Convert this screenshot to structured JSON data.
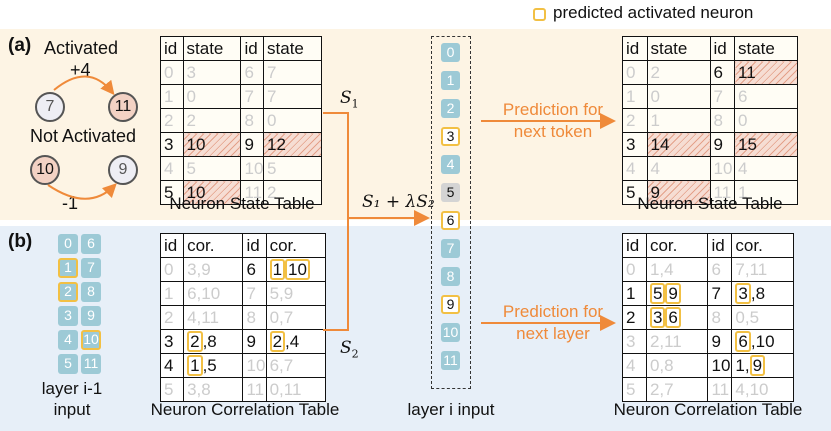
{
  "legend": {
    "label": "predicted activated neuron"
  },
  "panel_a": {
    "label": "(a)",
    "activated_label": "Activated",
    "activated_delta": "+4",
    "not_activated_label": "Not Activated",
    "not_activated_delta": "-1",
    "example_nodes": [
      "7",
      "11",
      "10",
      "9"
    ],
    "state_table": {
      "headers": [
        "id",
        "state",
        "id",
        "state"
      ],
      "rows": [
        [
          "0",
          "3",
          "6",
          "7"
        ],
        [
          "1",
          "0",
          "7",
          "7"
        ],
        [
          "2",
          "2",
          "8",
          "0"
        ],
        [
          "3",
          "10",
          "9",
          "12"
        ],
        [
          "4",
          "5",
          "10",
          "5"
        ],
        [
          "5",
          "10",
          "11",
          "2"
        ]
      ],
      "caption": "Neuron State Table"
    },
    "arrow_label": "Prediction for next token",
    "next_state_table": {
      "headers": [
        "id",
        "state",
        "id",
        "state"
      ],
      "rows": [
        [
          "0",
          "2",
          "6",
          "11"
        ],
        [
          "1",
          "0",
          "7",
          "6"
        ],
        [
          "2",
          "1",
          "8",
          "0"
        ],
        [
          "3",
          "14",
          "9",
          "15"
        ],
        [
          "4",
          "4",
          "10",
          "4"
        ],
        [
          "5",
          "9",
          "11",
          "1"
        ]
      ],
      "caption": "Neuron State Table"
    }
  },
  "panel_b": {
    "label": "(b)",
    "prev_input_caption": "layer i-1 input",
    "prev_input_left": [
      "0",
      "1",
      "2",
      "3",
      "4",
      "5"
    ],
    "prev_input_right": [
      "6",
      "7",
      "8",
      "9",
      "10",
      "11"
    ],
    "corr_table": {
      "headers": [
        "id",
        "cor.",
        "id",
        "cor."
      ],
      "rows": [
        [
          "0",
          "3,9",
          "6",
          "1,10"
        ],
        [
          "1",
          "6,10",
          "7",
          "5,9"
        ],
        [
          "2",
          "4,11",
          "8",
          "0,7"
        ],
        [
          "3",
          "2,8",
          "9",
          "2,4"
        ],
        [
          "4",
          "1,5",
          "10",
          "6,7"
        ],
        [
          "5",
          "3,8",
          "11",
          "0,11"
        ]
      ],
      "caption": "Neuron Correlation Table"
    },
    "arrow_label": "Prediction for next layer",
    "next_corr_table": {
      "headers": [
        "id",
        "cor.",
        "id",
        "cor."
      ],
      "rows": [
        [
          "0",
          "1,4",
          "6",
          "7,11"
        ],
        [
          "1",
          "5,9",
          "7",
          "3,8"
        ],
        [
          "2",
          "3,6",
          "8",
          "0,5"
        ],
        [
          "3",
          "2,11",
          "9",
          "6,10"
        ],
        [
          "4",
          "0,8",
          "10",
          "1,9"
        ],
        [
          "5",
          "2,7",
          "11",
          "4,10"
        ]
      ],
      "caption": "Neuron Correlation Table"
    }
  },
  "layer_i": {
    "neurons": [
      "0",
      "1",
      "2",
      "3",
      "4",
      "5",
      "6",
      "7",
      "8",
      "9",
      "10",
      "11"
    ],
    "caption": "layer i input"
  },
  "math": {
    "s1": "S",
    "s1_sub": "1",
    "s2": "S",
    "s2_sub": "2",
    "combined": "S₁ + λS₂"
  },
  "colors": {
    "accent_orange": "#ef8a3a",
    "highlight_yellow": "#f2c044",
    "neuron_blue": "#9dcad6",
    "panel_a_bg": "#fdf4e4",
    "panel_b_bg": "#e7eff8",
    "hatch": "#e4a18a"
  }
}
